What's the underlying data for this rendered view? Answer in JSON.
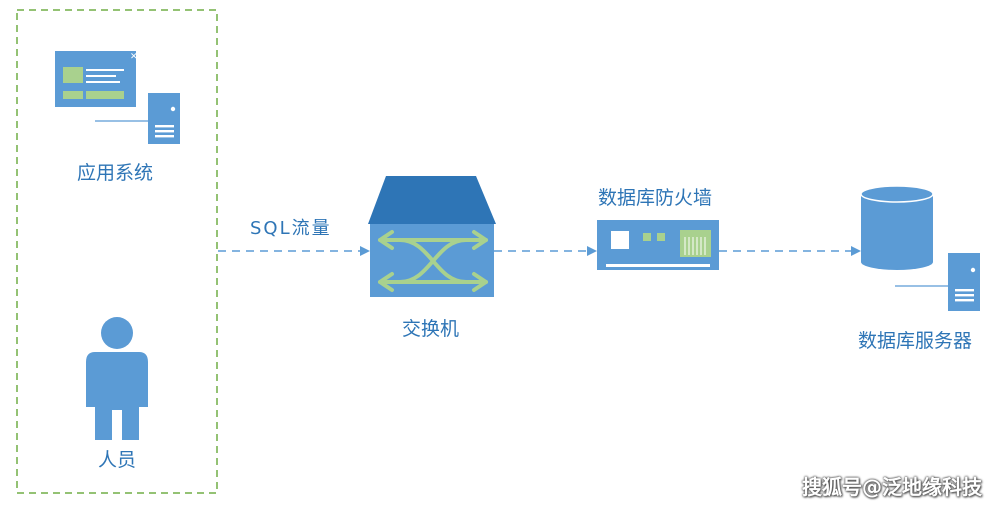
{
  "diagram": {
    "nodes": {
      "app_system": "应用系统",
      "person": "人员",
      "switch": "交换机",
      "db_firewall": "数据库防火墙",
      "db_server": "数据库服务器"
    },
    "edges": {
      "sql_traffic": "SQL流量"
    }
  },
  "watermark": "搜狐号@泛地缘科技",
  "colors": {
    "icon_blue": "#5B9BD5",
    "icon_dark_blue": "#2E75B6",
    "icon_green": "#A9D18E",
    "group_border_green": "#70AD47",
    "arrow_blue": "#5B9BD5",
    "text_blue": "#2E75B6"
  },
  "icons": [
    "app-window-icon",
    "server-tower-icon",
    "person-icon",
    "switch-icon",
    "firewall-icon",
    "database-cylinder-icon"
  ]
}
